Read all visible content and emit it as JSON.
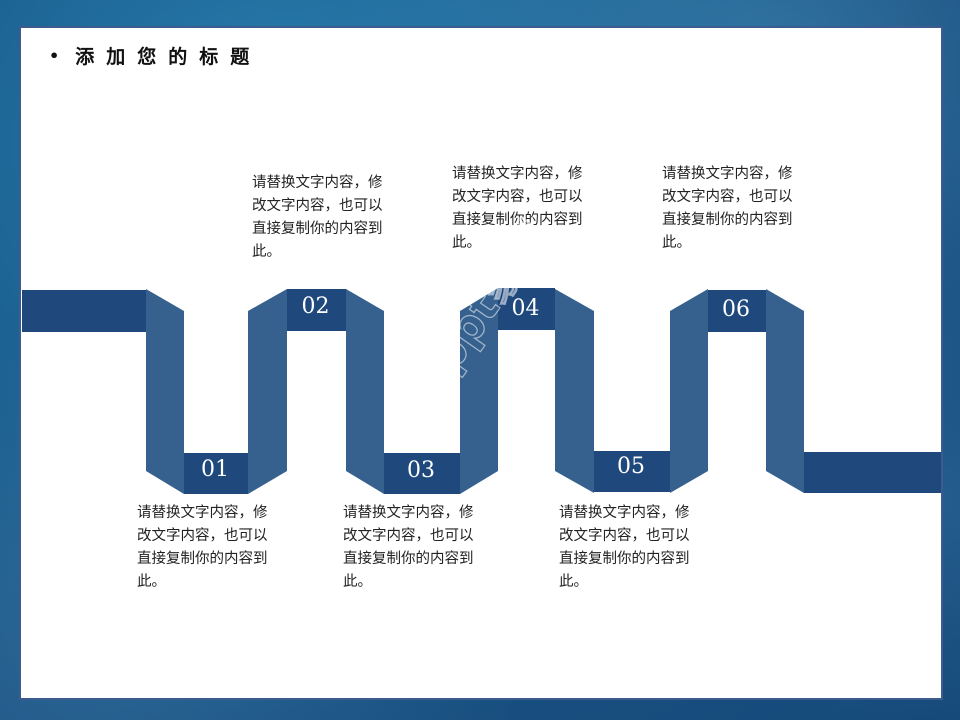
{
  "slide": {
    "title": "添加您的标题",
    "bullet": "•",
    "watermark": "ppt家园",
    "colors": {
      "background": "#1c6494",
      "panel": "#ffffff",
      "panel_border": "#3c5b8e",
      "ribbon_dark": "#1f497d",
      "ribbon_light": "#36618f",
      "text": "#222222"
    }
  },
  "steps": [
    {
      "number": "01",
      "description": "请替换文字内容，修改文字内容，也可以直接复制你的内容到此。",
      "lines": [
        "请替换文字内容，修",
        "改文字内容，也可以",
        "直接复制你的内容到",
        "此。"
      ]
    },
    {
      "number": "02",
      "description": "请替换文字内容，修改文字内容，也可以直接复制你的内容到此。",
      "lines": [
        "请替换文字内容，修",
        "改文字内容，也可以",
        "直接复制你的内容到",
        "此。"
      ]
    },
    {
      "number": "03",
      "description": "请替换文字内容，修改文字内容，也可以直接复制你的内容到此。",
      "lines": [
        "请替换文字内容，修",
        "改文字内容，也可以",
        "直接复制你的内容到",
        "此。"
      ]
    },
    {
      "number": "04",
      "description": "请替换文字内容，修改文字内容，也可以直接复制你的内容到此。",
      "lines": [
        "请替换文字内容，修",
        "改文字内容，也可以",
        "直接复制你的内容到",
        "此。"
      ]
    },
    {
      "number": "05",
      "description": "请替换文字内容，修改文字内容，也可以直接复制你的内容到此。",
      "lines": [
        "请替换文字内容，修",
        "改文字内容，也可以",
        "直接复制你的内容到",
        "此。"
      ]
    },
    {
      "number": "06",
      "description": "请替换文字内容，修改文字内容，也可以直接复制你的内容到此。",
      "lines": [
        "请替换文字内容，修",
        "改文字内容，也可以",
        "直接复制你的内容到",
        "此。"
      ]
    }
  ]
}
